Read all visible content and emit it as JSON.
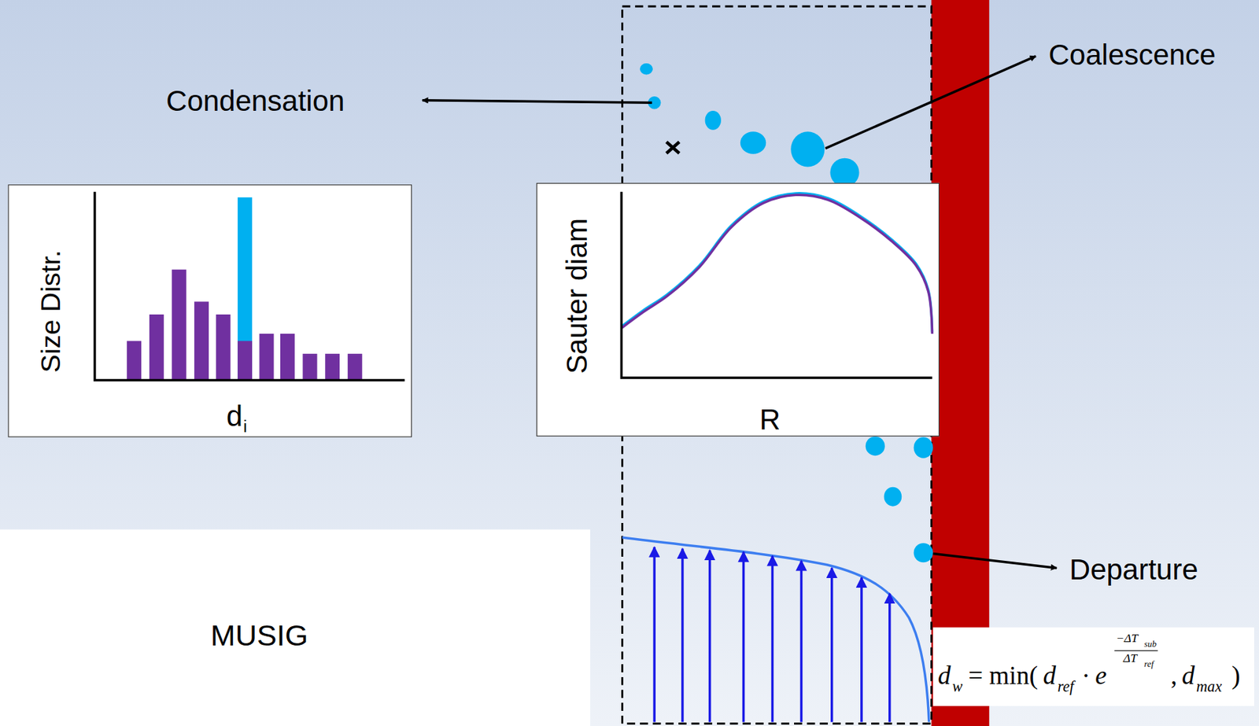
{
  "diagram": {
    "nodes": [
      {
        "text": [
          "Size Distr.",
          "d",
          "i"
        ]
      },
      {
        "text": [
          "Sauter diam",
          "R"
        ]
      },
      {
        "text": [
          "MUSIG"
        ]
      },
      {
        "text": [
          "d",
          "w",
          "= min(",
          "d",
          "ref",
          "· e",
          "−ΔT",
          "sub",
          "ΔT",
          "ref",
          ",",
          "d",
          "max",
          ")"
        ]
      }
    ],
    "labels": [
      "Condensation",
      "Coalescence",
      "Departure"
    ]
  }
}
